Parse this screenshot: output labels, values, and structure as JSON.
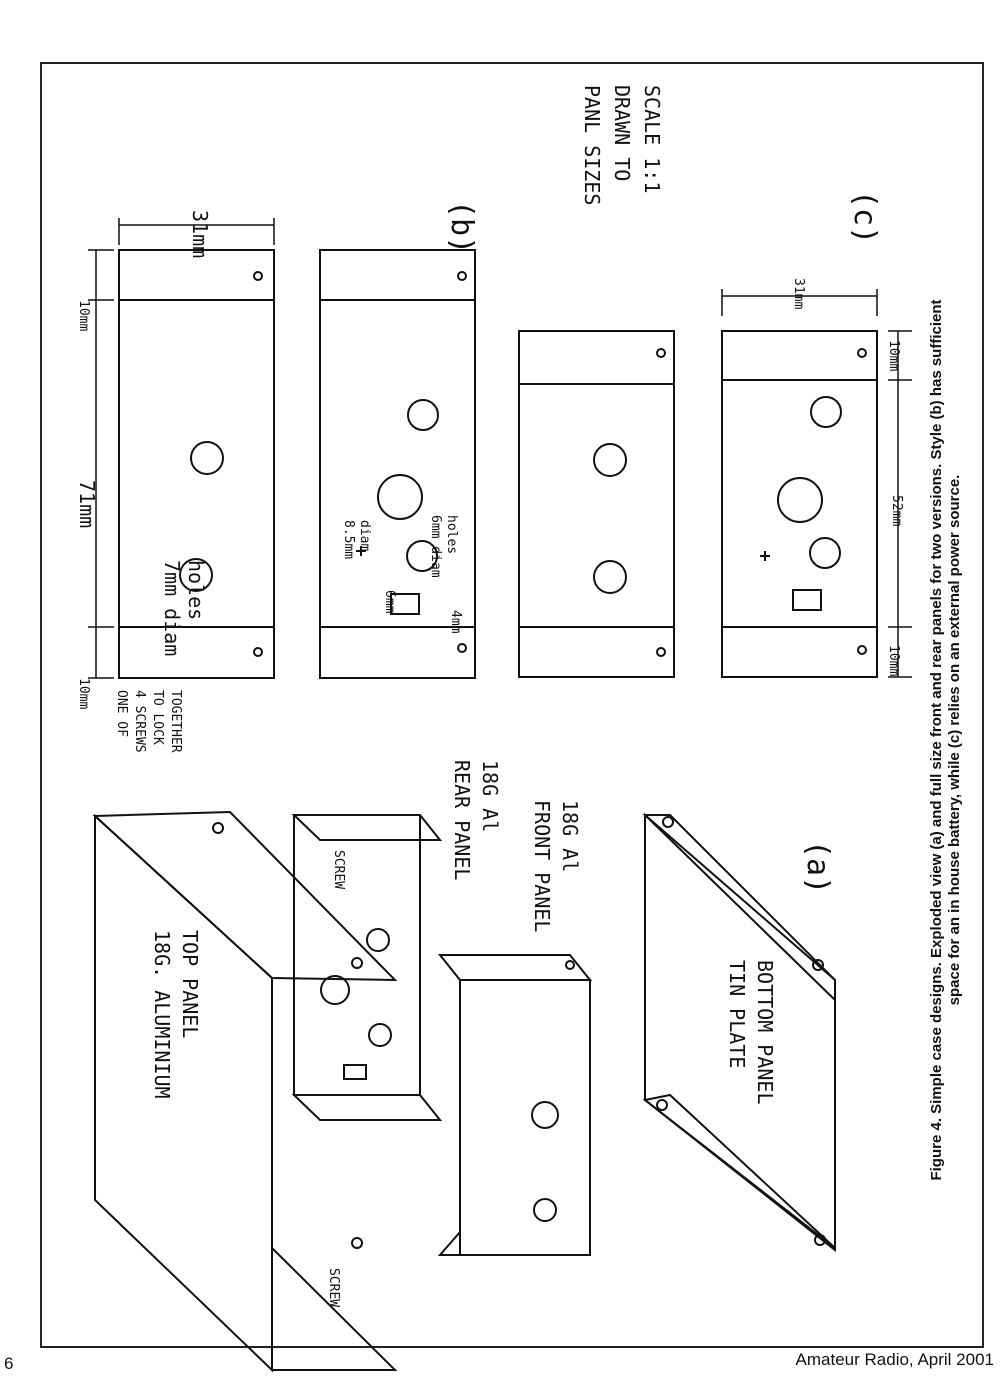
{
  "caption": {
    "line1": "Figure 4. Simple case designs. Exploded view (a) and full size front and rear panels for two versions. Style (b) has sufficient",
    "line2": "space for an in house battery, while (c) relies on an external power source."
  },
  "footer": {
    "page_number": "6",
    "journal": "Amateur Radio, April 2001"
  },
  "view_a": {
    "label": "(a)",
    "top_panel": [
      "18G. ALUMINIUM",
      "TOP PANEL"
    ],
    "screw_note": [
      "ONE OF",
      "4 SCREWS",
      "TO LOCK",
      "TOGETHER"
    ],
    "rear_panel": [
      "REAR PANEL",
      "18G Al"
    ],
    "front_panel": [
      "FRONT PANEL",
      "18G Al"
    ],
    "bottom_panel": [
      "TIN PLATE",
      "BOTTOM PANEL"
    ],
    "screw_label_1": "SCREW",
    "screw_label_2": "SCREW"
  },
  "view_b": {
    "label": "(b)",
    "width_dim": "31mm",
    "length_dim": "71mm",
    "end_dim_1": "10mm",
    "end_dim_2": "10mm",
    "holes_note": [
      "7mm diam",
      "holes"
    ],
    "large_hole_note": [
      "8.5mm",
      "diam"
    ],
    "small_holes_note": [
      "6mm diam",
      "holes"
    ],
    "switch_w": "6mm",
    "switch_h": "4mm"
  },
  "view_c": {
    "label": "(c)",
    "scale_note": [
      "PANL SIZES",
      "DRAWN TO",
      "SCALE 1:1"
    ],
    "width_dim": "31mm",
    "length_dim": "52mm",
    "end_dim_1": "10mm",
    "end_dim_2": "10mm"
  }
}
